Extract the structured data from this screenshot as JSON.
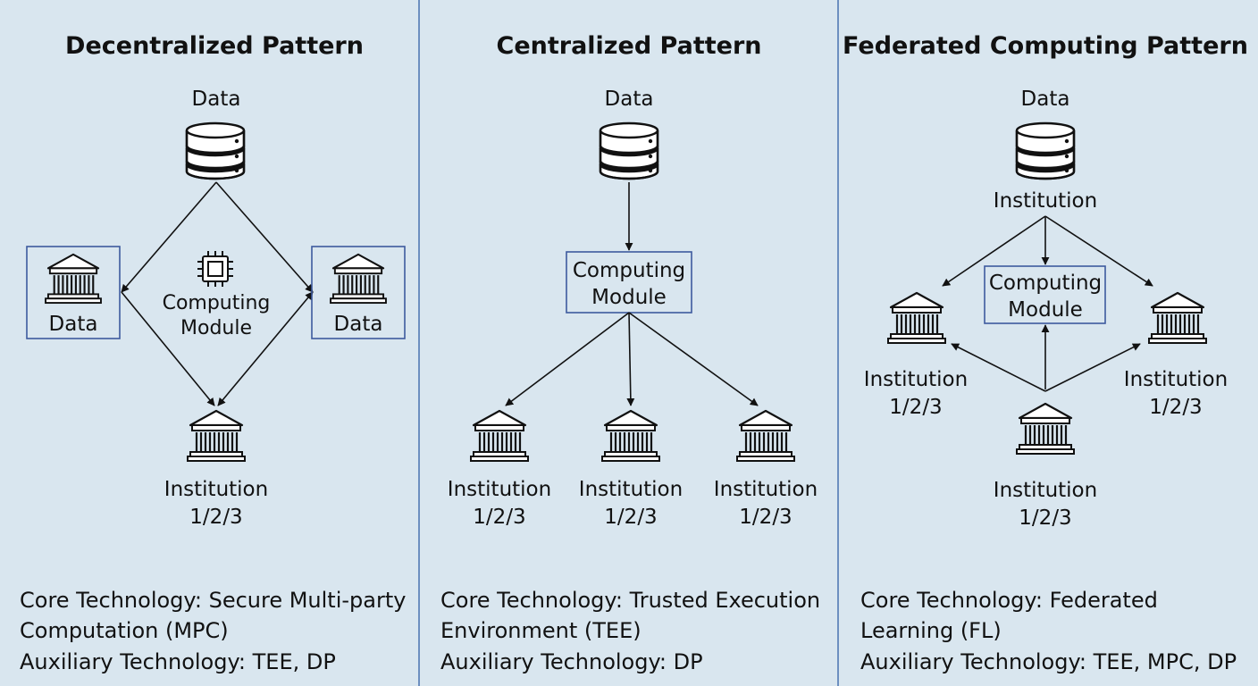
{
  "panels": [
    {
      "title": "Decentralized Pattern",
      "data_label": "Data",
      "left_label": "Data",
      "right_label": "Data",
      "module_line1": "Computing",
      "module_line2": "Module",
      "inst_line1": "Institution",
      "inst_line2": "1/2/3",
      "footer_line1": "Core Technology: Secure Multi-party",
      "footer_line2": "Computation (MPC)",
      "footer_line3": "Auxiliary Technology: TEE, DP"
    },
    {
      "title": "Centralized Pattern",
      "data_label": "Data",
      "module_line1": "Computing",
      "module_line2": "Module",
      "inst1_line1": "Institution",
      "inst1_line2": "1/2/3",
      "inst2_line1": "Institution",
      "inst2_line2": "1/2/3",
      "inst3_line1": "Institution",
      "inst3_line2": "1/2/3",
      "footer_line1": "Core Technology: Trusted Execution",
      "footer_line2": "Environment (TEE)",
      "footer_line3": "Auxiliary Technology: DP"
    },
    {
      "title": "Federated Computing Pattern",
      "data_label": "Data",
      "top_inst_label": "Institution",
      "module_line1": "Computing",
      "module_line2": "Module",
      "left_line1": "Institution",
      "left_line2": "1/2/3",
      "right_line1": "Institution",
      "right_line2": "1/2/3",
      "bottom_line1": "Institution",
      "bottom_line2": "1/2/3",
      "footer_line1": "Core Technology: Federated",
      "footer_line2": "Learning (FL)",
      "footer_line3": "Auxiliary Technology: TEE, MPC, DP"
    }
  ],
  "icons": {
    "database": "database-icon",
    "institution": "institution-icon",
    "chip": "chip-icon"
  },
  "colors": {
    "background": "#d9e6ef",
    "box_border": "#3d5a9e",
    "divider": "#6d8fc0",
    "ink": "#111111"
  }
}
